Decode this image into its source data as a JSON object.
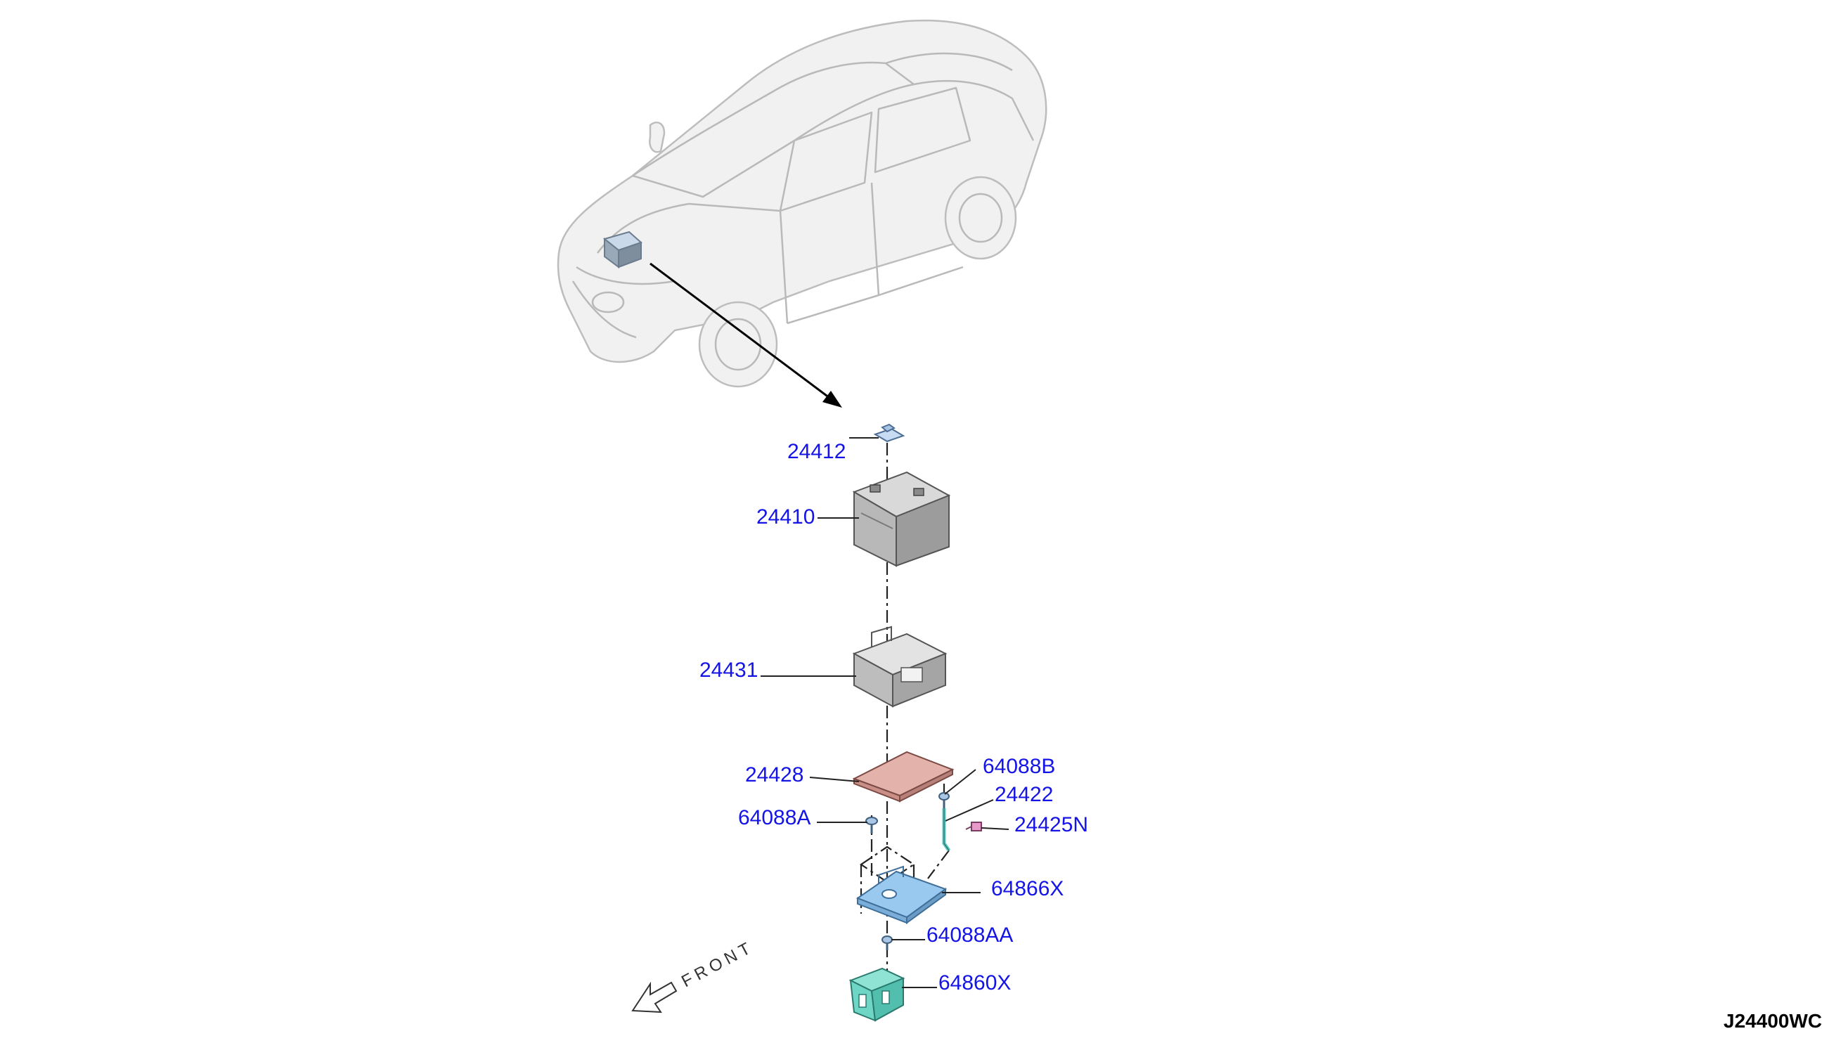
{
  "diagram_code": "J24400WC",
  "direction_label": "FRONT",
  "parts": [
    {
      "id": "p24412",
      "label": "24412"
    },
    {
      "id": "p24410",
      "label": "24410"
    },
    {
      "id": "p24431",
      "label": "24431"
    },
    {
      "id": "p24428",
      "label": "24428"
    },
    {
      "id": "p64088B",
      "label": "64088B"
    },
    {
      "id": "p24422",
      "label": "24422"
    },
    {
      "id": "p24425N",
      "label": "24425N"
    },
    {
      "id": "p64088A",
      "label": "64088A"
    },
    {
      "id": "p64866X",
      "label": "64866X"
    },
    {
      "id": "p64088AA",
      "label": "64088AA"
    },
    {
      "id": "p64860X",
      "label": "64860X"
    }
  ],
  "colors": {
    "callout_text": "#1414e6",
    "battery_grey": "#b5b5b5",
    "tray_pink": "#dba39b",
    "bracket_blue": "#8fc3ee",
    "bracket_teal": "#6fd6c6",
    "connector_pink": "#e79ac9"
  }
}
